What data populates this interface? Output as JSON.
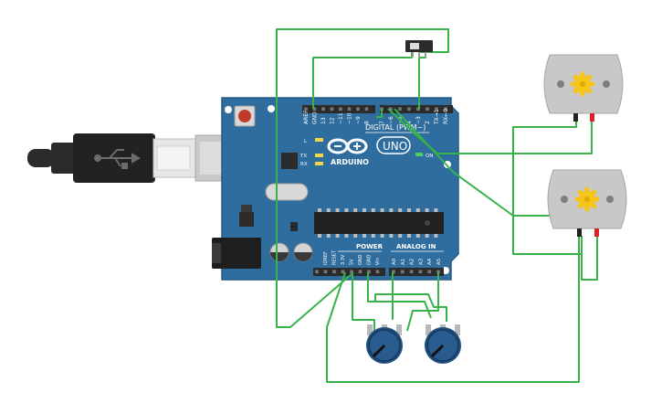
{
  "board": {
    "brand": "ARDUINO",
    "model": "UNO",
    "digital_header": "DIGITAL (PWM~)",
    "power_header": "POWER",
    "analog_header": "ANALOG IN",
    "on_label": "ON",
    "l_label": "L",
    "tx_label": "TX",
    "rx_label": "RX",
    "digital_pins": [
      "AREF",
      "GND",
      "13",
      "12",
      "~11",
      "~10",
      "~9",
      "8",
      "7",
      "~6",
      "~5",
      "4",
      "~3",
      "2",
      "TX→1",
      "RX←0"
    ],
    "power_pins": [
      "IOREF",
      "RESET",
      "3.3V",
      "5V",
      "GND",
      "GND",
      "Vin"
    ],
    "analog_pins": [
      "A0",
      "A1",
      "A2",
      "A3",
      "A4",
      "A5"
    ]
  },
  "components": {
    "usb": "usb-cable",
    "switch": "slide-switch",
    "motor_1": "dc-motor",
    "motor_2": "dc-motor",
    "pot_1": "potentiometer",
    "pot_2": "potentiometer"
  },
  "colors": {
    "board": "#2f6d9e",
    "board_edge": "#235a85",
    "wire": "#37b34a",
    "motor_body": "#c8c8c8",
    "gear": "#f5c518",
    "pot_knob": "#2a5b8f",
    "header": "#2b2b2b",
    "terminal_red": "#d9232b",
    "terminal_black": "#222222"
  }
}
